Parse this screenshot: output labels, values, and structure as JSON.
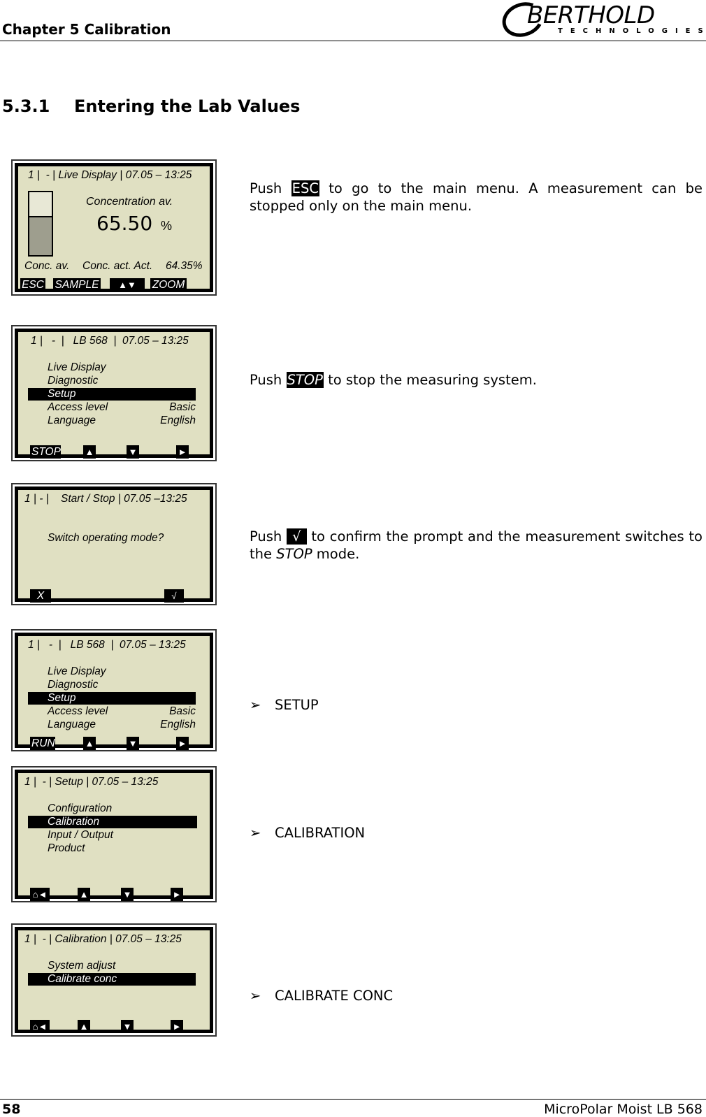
{
  "header": {
    "chapter_title": "Chapter 5 Calibration",
    "logo": {
      "word": "BERTHOLD",
      "sub": "TECHNOLOGIES"
    }
  },
  "section": {
    "number": "5.3.1",
    "title": "Entering the Lab Values"
  },
  "steps": [
    {
      "screen": {
        "status": "1 |  - | Live Display | 07.05 – 13:25",
        "label": "Concentration av.",
        "value": "65.50",
        "unit": "%",
        "bottom_left": "Conc. av.",
        "bottom_mid": "Conc. act. Act.",
        "bottom_value": "64.35%",
        "softkeys": [
          "ESC",
          "SAMPLE",
          "▲▼",
          "ZOOM"
        ]
      },
      "text": {
        "pre": "Push ",
        "key": "ESC",
        "post": " to go to the main menu. A measurement can be stopped only on the main menu."
      }
    },
    {
      "screen": {
        "status": "1 |   -  |   LB 568  |  07.05 – 13:25",
        "menu": [
          {
            "label": "Live Display",
            "value": ""
          },
          {
            "label": "Diagnostic",
            "value": ""
          },
          {
            "label": "Setup",
            "value": "",
            "selected": true
          },
          {
            "label": "Access level",
            "value": "Basic"
          },
          {
            "label": "Language",
            "value": "English"
          }
        ],
        "softkeys": [
          "STOP",
          "▲",
          "▼",
          "►"
        ]
      },
      "text": {
        "pre": "Push ",
        "key": "STOP",
        "post": " to stop the measuring system."
      }
    },
    {
      "screen": {
        "status": "1 | - |    Start / Stop | 07.05 –13:25",
        "prompt": "Switch operating mode?",
        "softkeys": [
          "X",
          "√"
        ]
      },
      "text": {
        "pre": "Push ",
        "key": "√",
        "post": " to confirm the prompt and the measurement switches to the ",
        "mode": "STOP",
        "post2": " mode."
      }
    },
    {
      "screen": {
        "status": "1 |   -  |   LB 568  |  07.05 – 13:25",
        "menu": [
          {
            "label": "Live Display",
            "value": ""
          },
          {
            "label": "Diagnostic",
            "value": ""
          },
          {
            "label": "Setup",
            "value": "",
            "selected": true
          },
          {
            "label": "Access level",
            "value": "Basic"
          },
          {
            "label": "Language",
            "value": "English"
          }
        ],
        "softkeys": [
          "RUN",
          "▲",
          "▼",
          "►"
        ]
      },
      "bullet": "SETUP"
    },
    {
      "screen": {
        "status": "1 |  - | Setup | 07.05 – 13:25",
        "menu": [
          {
            "label": "Configuration"
          },
          {
            "label": "Calibration",
            "selected": true
          },
          {
            "label": "Input / Output"
          },
          {
            "label": "Product"
          }
        ],
        "softkeys": [
          "⌂◄",
          "▲",
          "▼",
          "►"
        ]
      },
      "bullet": "CALIBRATION"
    },
    {
      "screen": {
        "status": "1 |  - | Calibration | 07.05 – 13:25",
        "menu": [
          {
            "label": "System adjust"
          },
          {
            "label": "Calibrate conc",
            "selected": true
          }
        ],
        "softkeys": [
          "⌂◄",
          "▲",
          "▼",
          "►"
        ]
      },
      "bullet": "CALIBRATE CONC"
    }
  ],
  "bullet_glyph": "➢",
  "footer": {
    "page": "58",
    "product": "MicroPolar Moist LB 568"
  }
}
